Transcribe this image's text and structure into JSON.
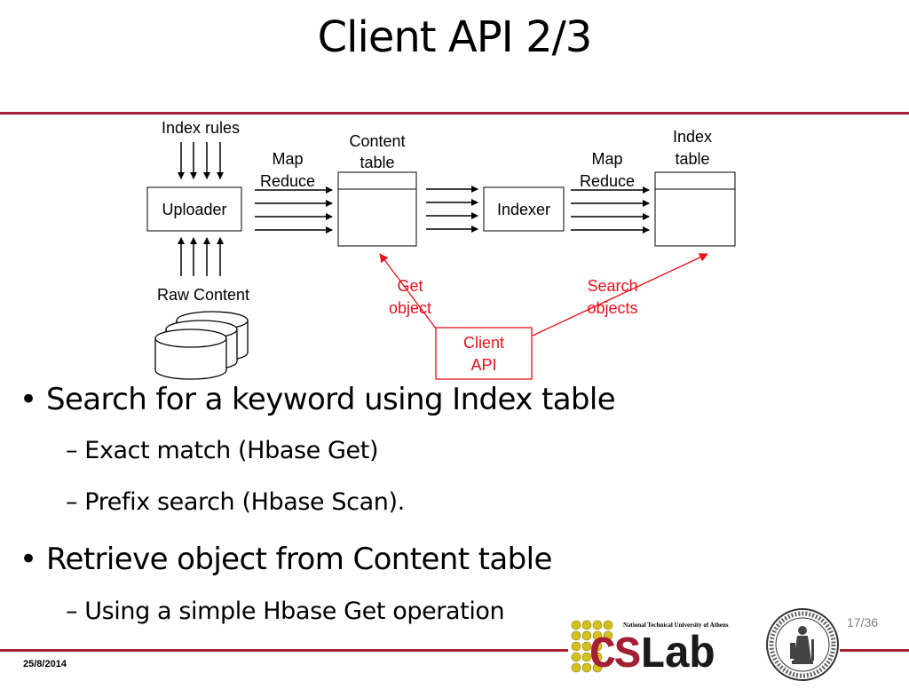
{
  "slide": {
    "title": "Client API 2/3",
    "date": "25/8/2014",
    "page_number": "17/36"
  },
  "diagram": {
    "index_rules": "Index rules",
    "raw_content": "Raw Content",
    "uploader": "Uploader",
    "map_reduce_1_line1": "Map",
    "map_reduce_1_line2": "Reduce",
    "content_table_line1": "Content",
    "content_table_line2": "table",
    "indexer": "Indexer",
    "map_reduce_2_line1": "Map",
    "map_reduce_2_line2": "Reduce",
    "index_table_line1": "Index",
    "index_table_line2": "table",
    "get_object_line1": "Get",
    "get_object_line2": "object",
    "search_objects_line1": "Search",
    "search_objects_line2": "objects",
    "client_api_line1": "Client",
    "client_api_line2": "API",
    "accent_color": "#e8101a"
  },
  "bullets": [
    {
      "text": "Search for a keyword using Index table",
      "sub": [
        "– Exact match (Hbase Get)",
        "– Prefix search (Hbase Scan)."
      ]
    },
    {
      "text": "Retrieve object from Content table",
      "sub": [
        "– Using a simple Hbase Get operation"
      ]
    }
  ],
  "logo": {
    "subtitle": "National Technical University of Athens",
    "wordmark_cs": "CS",
    "wordmark_lab": "Lab",
    "brand_color": "#a31f34"
  }
}
